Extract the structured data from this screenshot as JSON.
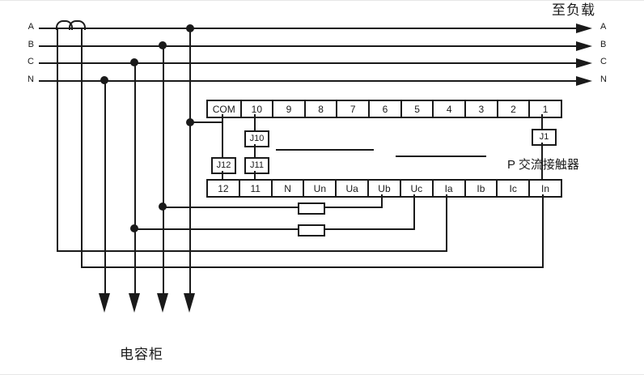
{
  "diagram": {
    "to_load_label": "至负载",
    "capacitor_cabinet_label": "电容柜",
    "contactor_label": "P 交流接触器",
    "phase_labels_left": [
      "A",
      "B",
      "C",
      "N"
    ],
    "phase_labels_right": [
      "A",
      "B",
      "C",
      "N"
    ],
    "top_terminal_strip": {
      "cells": [
        "COM",
        "10",
        "9",
        "8",
        "7",
        "6",
        "5",
        "4",
        "3",
        "2",
        "1"
      ]
    },
    "bottom_terminal_strip": {
      "cells": [
        "12",
        "11",
        "N",
        "Un",
        "Ua",
        "Ub",
        "Uc",
        "Ia",
        "Ib",
        "Ic",
        "In"
      ]
    },
    "relays": {
      "j10": "J10",
      "j1": "J1",
      "j12": "J12",
      "j11": "J11"
    }
  }
}
